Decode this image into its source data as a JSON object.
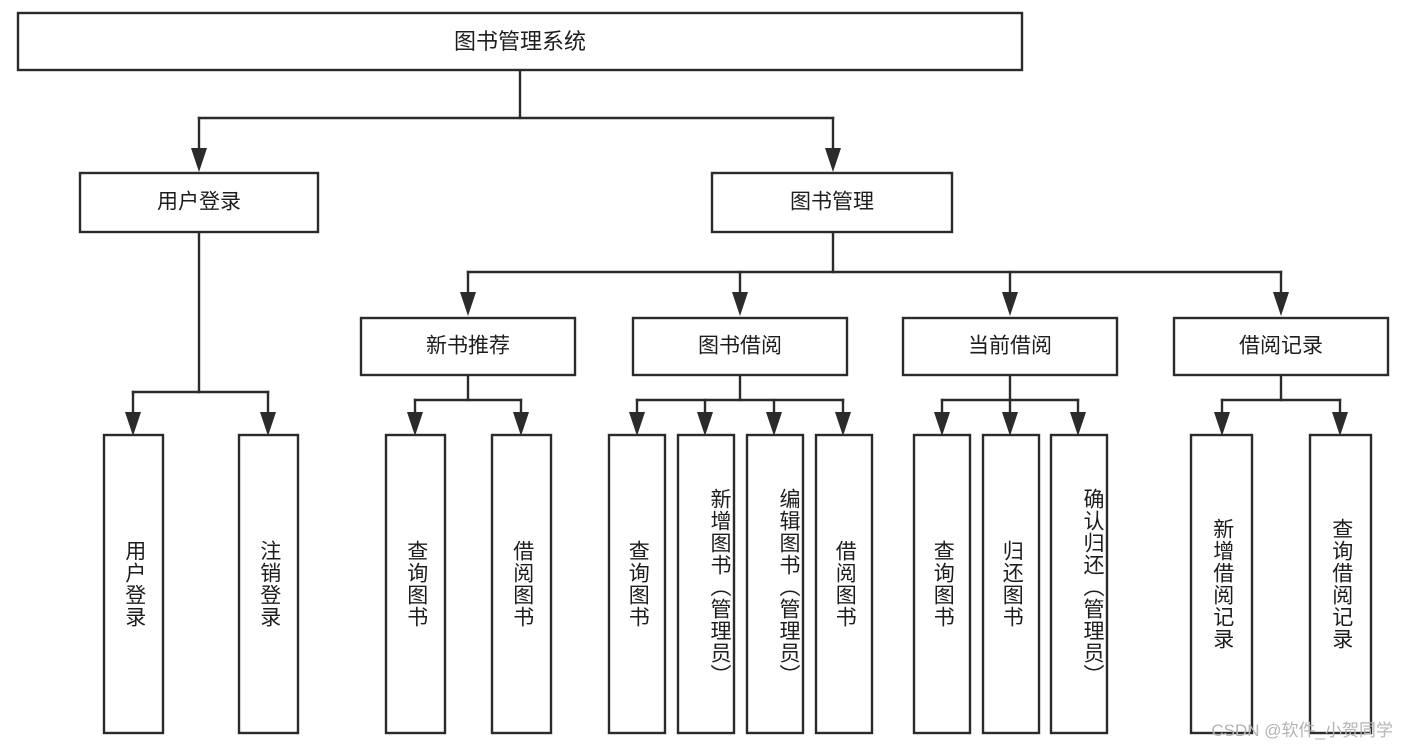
{
  "diagram": {
    "title": "图书管理系统",
    "watermark": "CSDN @软件_小贺同学",
    "root": {
      "label": "图书管理系统"
    },
    "level1": [
      {
        "label": "用户登录"
      },
      {
        "label": "图书管理"
      }
    ],
    "level2": [
      {
        "label": "新书推荐"
      },
      {
        "label": "图书借阅"
      },
      {
        "label": "当前借阅"
      },
      {
        "label": "借阅记录"
      }
    ],
    "leaves": {
      "user_login": [
        {
          "label": "用户登录"
        },
        {
          "label": "注销登录"
        }
      ],
      "new_book_recommend": [
        {
          "label": "查询图书"
        },
        {
          "label": "借阅图书"
        }
      ],
      "book_borrow": [
        {
          "label": "查询图书"
        },
        {
          "label": "新增图书（管理员）"
        },
        {
          "label": "编辑图书（管理员）"
        },
        {
          "label": "借阅图书"
        }
      ],
      "current_borrow": [
        {
          "label": "查询图书"
        },
        {
          "label": "归还图书"
        },
        {
          "label": "确认归还（管理员）"
        }
      ],
      "borrow_record": [
        {
          "label": "新增借阅记录"
        },
        {
          "label": "查询借阅记录"
        }
      ]
    },
    "colors": {
      "stroke": "#2b2b2b",
      "fill": "#ffffff",
      "text": "#1d1d1d",
      "watermark": "#b4b4b4"
    }
  }
}
